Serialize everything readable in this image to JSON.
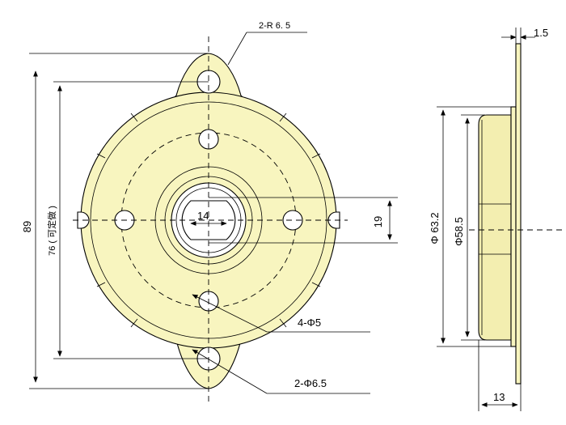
{
  "labels": {
    "corner_radius": "2-R 6. 5",
    "overall_height": "89",
    "hole_spacing": "76 ( 可定做 )",
    "shaft_width": "14",
    "shaft_flat": "19",
    "small_holes": "4-Φ5",
    "mount_holes": "2-Φ6.5",
    "outer_diameter": "Φ 63.2",
    "inner_diameter": "Φ58.5",
    "thickness": "1.5",
    "depth": "13"
  },
  "colors": {
    "part_fill": "#f8f5bf",
    "line": "#000000"
  }
}
